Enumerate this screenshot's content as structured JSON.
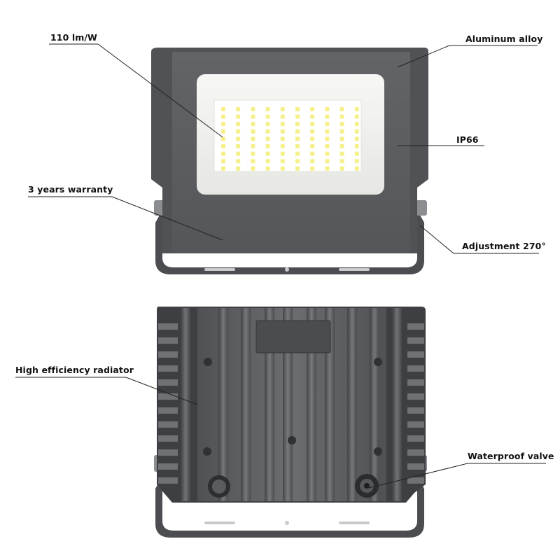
{
  "labels": {
    "efficacy": "110 lm/W",
    "material": "Aluminum alloy",
    "rating": "IP66",
    "warranty": "3 years warranty",
    "adjustment": "Adjustment 270°",
    "radiator": "High efficiency radiator",
    "valve": "Waterproof valve"
  },
  "colors": {
    "housing": "#5b5d61",
    "housing_dark": "#3e4043",
    "lens": "#f3f4f1",
    "led": "#f6f08a",
    "heatsink": "#6a6c70"
  },
  "led_grid": {
    "rows": 9,
    "cols": 10
  }
}
